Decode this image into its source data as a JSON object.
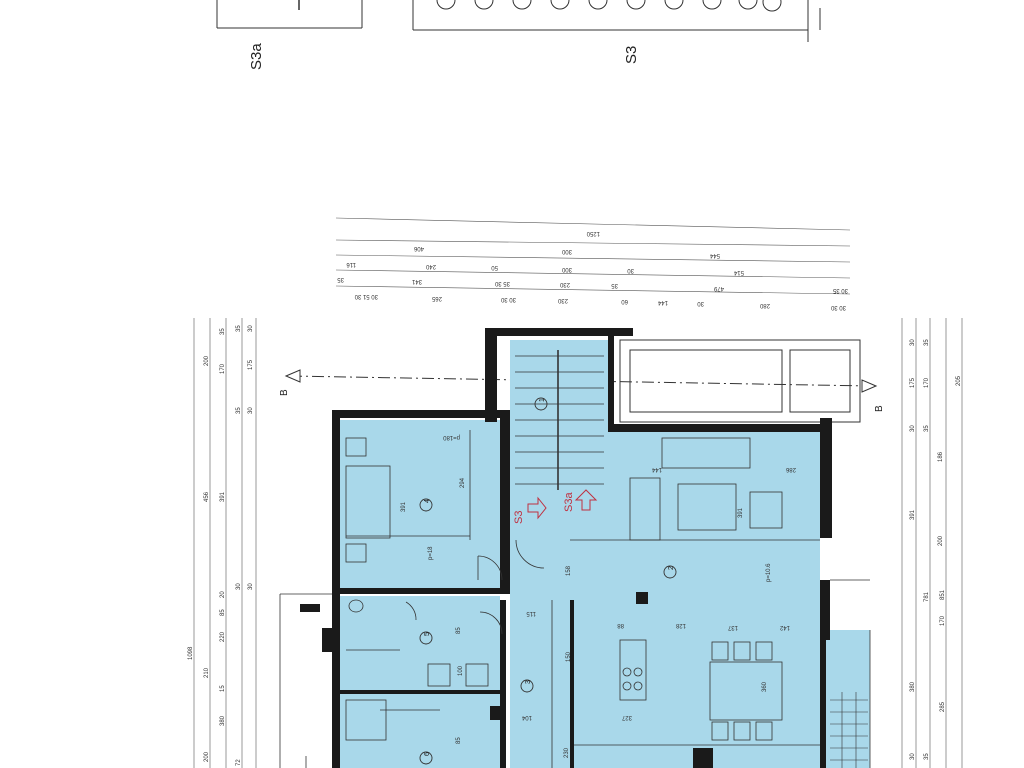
{
  "section_labels": {
    "s3a": "S3a",
    "s3": "S3",
    "b_left": "B",
    "b_right": "B",
    "stair_s3": "S3",
    "stair_s3a": "S3a"
  },
  "top_dimensions": {
    "overall": "1250",
    "row2": [
      "406",
      "300",
      "544"
    ],
    "row3": [
      "116",
      "240",
      "50",
      "300",
      "30",
      "514"
    ],
    "row4": [
      "35",
      "341",
      "35 30",
      "230",
      "35",
      "479",
      "30 35"
    ],
    "row5": [
      "30 51 30",
      "265",
      "30 30",
      "230",
      "60",
      "144",
      "30",
      "280",
      "30 30"
    ]
  },
  "left_dimensions": {
    "outer": "1098",
    "mid": [
      "456",
      "210",
      "200"
    ],
    "inner": [
      "200",
      "35",
      "170",
      "391",
      "85",
      "20",
      "220",
      "15",
      "380"
    ],
    "edge": [
      "35",
      "30",
      "175",
      "30",
      "30",
      "35",
      "30",
      "72"
    ]
  },
  "right_dimensions": {
    "outer": "205",
    "mid": [
      "851",
      "170",
      "285"
    ],
    "inner": [
      "175",
      "170",
      "391",
      "186",
      "200",
      "781",
      "380"
    ],
    "edge": [
      "30",
      "35",
      "30",
      "35",
      "30",
      "35"
    ]
  },
  "room_numbers": [
    "1",
    "2",
    "3",
    "4",
    "5",
    "6"
  ],
  "room_dimensions": [
    "391",
    "294",
    "391",
    "144",
    "286",
    "115",
    "158",
    "100",
    "85",
    "360",
    "327",
    "142",
    "137",
    "128",
    "88",
    "150",
    "104",
    "85",
    "230",
    "p=180",
    "p=18",
    "p=10.6"
  ],
  "colors": {
    "room_fill": "#a9d8ea",
    "wall": "#1a1a1a",
    "line": "#444444"
  }
}
